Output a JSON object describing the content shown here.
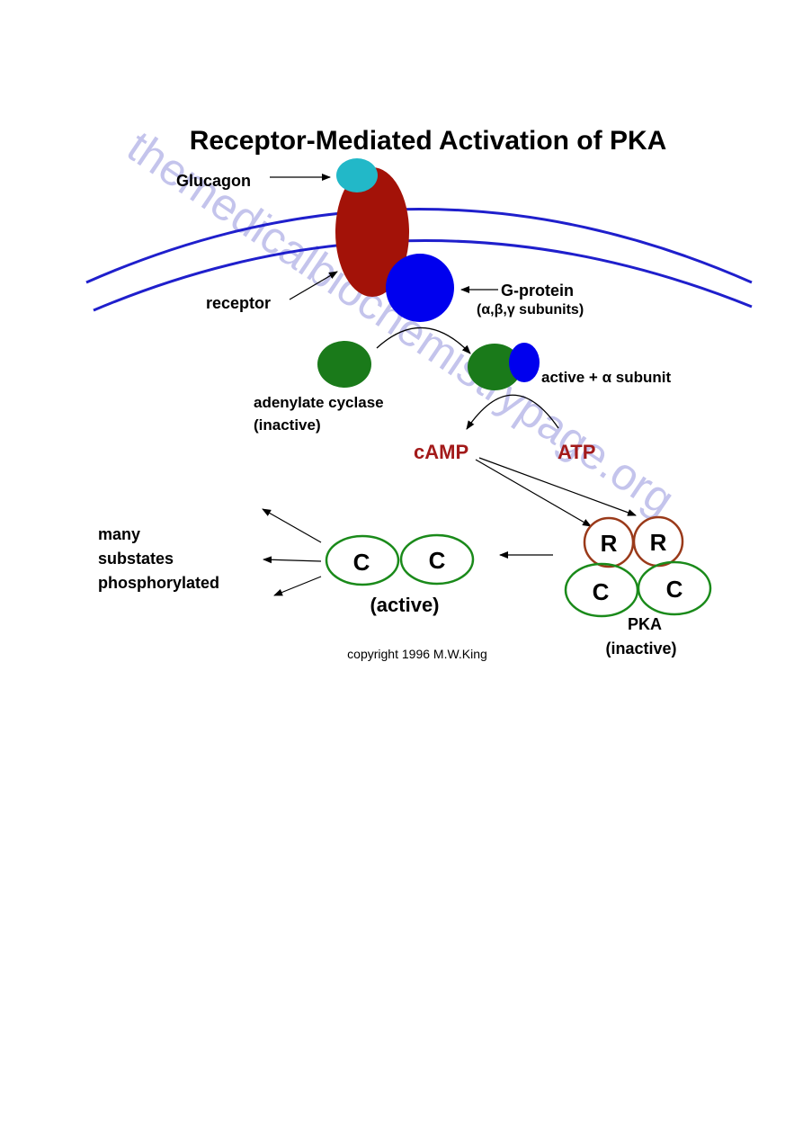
{
  "title": "Receptor-Mediated Activation of PKA",
  "watermark": "themedicalbiochemistrypage.org",
  "labels": {
    "glucagon": "Glucagon",
    "receptor": "receptor",
    "g_protein": "G-protein",
    "g_protein_subunits": "(α,β,γ subunits)",
    "adenylate_cyclase": "adenylate cyclase",
    "inactive_paren": "(inactive)",
    "active_alpha": "active + α subunit",
    "camp": "cAMP",
    "atp": "ATP",
    "many": "many",
    "substates": "substates",
    "phosphorylated": "phosphorylated",
    "active_paren": "(active)",
    "pka": "PKA",
    "pka_inactive": "(inactive)",
    "r": "R",
    "c": "C",
    "copyright": "copyright 1996 M.W.King"
  },
  "colors": {
    "membrane": "#1f1fcc",
    "glucagon": "#22b8c8",
    "receptor": "#a31208",
    "g_protein": "#0000ee",
    "cyclase": "#1a7a1a",
    "text_red": "#a31a1a",
    "ring_green": "#1a8a1a",
    "ring_brown": "#9a3a1a",
    "watermark": "#c4c4ec"
  }
}
